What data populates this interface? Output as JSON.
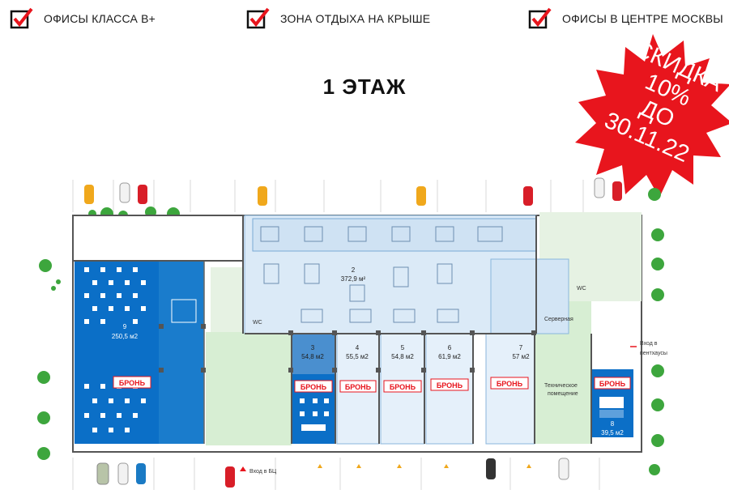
{
  "features": [
    {
      "label": "ОФИСЫ КЛАССА В+",
      "icon": "checkbox-check-icon"
    },
    {
      "label": "ЗОНА ОТДЫХА НА КРЫШЕ",
      "icon": "checkbox-check-icon"
    },
    {
      "label": "ОФИСЫ В ЦЕНТРЕ МОСКВЫ",
      "icon": "checkbox-check-icon"
    }
  ],
  "floor_title": "1 ЭТАЖ",
  "promo": {
    "line1": "СКИДКА",
    "line2": "10%",
    "line3": "ДО",
    "line4": "30.11.22",
    "color": "#e8151d"
  },
  "units": {
    "u9": {
      "num": "9",
      "area": "250,5 м2"
    },
    "u2": {
      "num": "2",
      "area": "372,9 м²"
    },
    "u3": {
      "num": "3",
      "area": "54,8 м2"
    },
    "u4": {
      "num": "4",
      "area": "55,5 м2"
    },
    "u5": {
      "num": "5",
      "area": "54,8 м2"
    },
    "u6": {
      "num": "6",
      "area": "61,9 м2"
    },
    "u7": {
      "num": "7",
      "area": "57 м2"
    },
    "u8": {
      "num": "8",
      "area": "39,5 м2"
    }
  },
  "booked_label": "БРОНЬ",
  "labels": {
    "wc": "WC",
    "wc2": "WC",
    "servery": "Серверная",
    "tech1": "Техническое",
    "tech2": "помещение",
    "penthouse1": "Вход в",
    "penthouse2": "пентхаусы",
    "entrance": "Вход в БЦ"
  },
  "colors": {
    "accent_red": "#e8151d",
    "booked_blue": "#0b6fc7",
    "office_light_blue": "#dbeaf7",
    "common_green": "#d7eed3"
  }
}
